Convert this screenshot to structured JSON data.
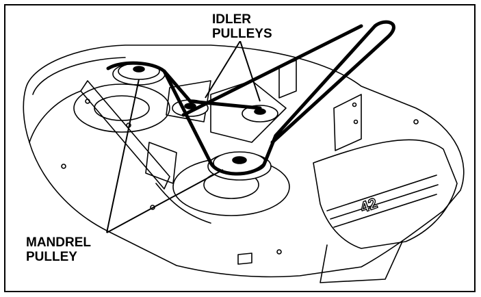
{
  "labels": {
    "idler_line1": "IDLER",
    "idler_line2": "PULLEYS",
    "mandrel_line1": "MANDREL",
    "mandrel_line2": "PULLEY"
  },
  "deck_badge": "42",
  "colors": {
    "ink": "#000000",
    "paper": "#ffffff"
  }
}
